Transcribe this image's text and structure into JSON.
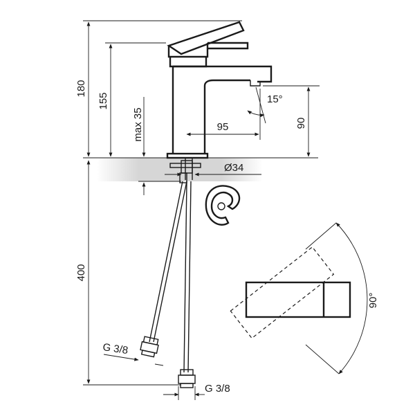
{
  "colors": {
    "line": "#1a1a1a",
    "countertop": "#d9d9d9",
    "background": "#ffffff"
  },
  "dimensions": {
    "total_height": "180",
    "spout_height": "155",
    "max_thickness": "max 35",
    "spout_reach": "95",
    "outlet_height": "90",
    "outlet_angle": "15°",
    "hole_diameter": "Ø34",
    "hose_length": "400",
    "hose_thread_left": "G 3/8",
    "hose_thread_right": "G 3/8",
    "lever_rotation": "90°"
  }
}
